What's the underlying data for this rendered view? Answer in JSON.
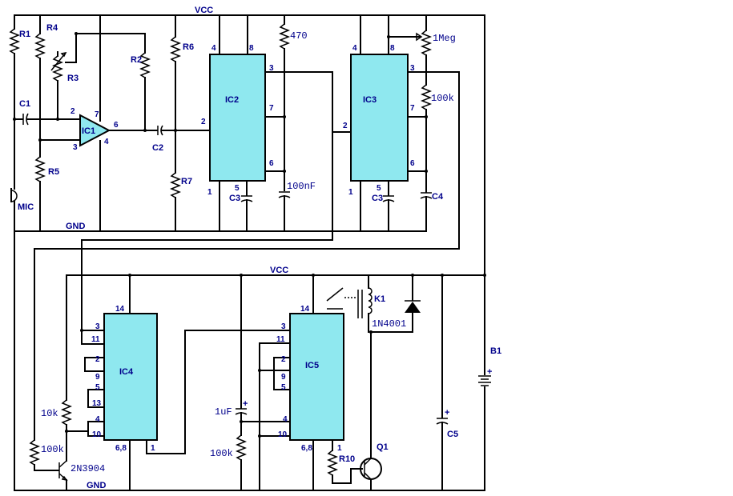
{
  "rails": {
    "vcc_top": "VCC",
    "gnd_top": "GND",
    "vcc_bottom": "VCC",
    "gnd_bottom": "GND"
  },
  "components": {
    "r1": "R1",
    "r2": "R2",
    "r3": "R3",
    "r4": "R4",
    "r5": "R5",
    "r6": "R6",
    "r7": "R7",
    "r10": "R10",
    "c1": "C1",
    "c2": "C2",
    "c3a": "C3",
    "c3b": "C3",
    "c4": "C4",
    "c5": "C5",
    "ic1": "IC1",
    "ic2": "IC2",
    "ic3": "IC3",
    "ic4": "IC4",
    "ic5": "IC5",
    "mic": "MIC",
    "k1": "K1",
    "q1": "Q1",
    "b1": "B1"
  },
  "values": {
    "r470": "470",
    "pot_1meg": "1Meg",
    "r100k_top": "100k",
    "c_100nf": "100nF",
    "d1": "1N4001",
    "c_1uf": "1uF",
    "r10k": "10k",
    "r100k_left": "100k",
    "r100k_mid": "100k",
    "q_2n3904": "2N3904"
  },
  "pins": {
    "ic1": [
      "2",
      "3",
      "7",
      "4",
      "6"
    ],
    "ic2": [
      "4",
      "8",
      "3",
      "7",
      "2",
      "6",
      "1",
      "5"
    ],
    "ic3": [
      "4",
      "8",
      "3",
      "7",
      "2",
      "6",
      "1",
      "5"
    ],
    "ic4": [
      "14",
      "3",
      "11",
      "2",
      "9",
      "5",
      "13",
      "4",
      "10",
      "6,8",
      "1"
    ],
    "ic5": [
      "14",
      "3",
      "11",
      "2",
      "9",
      "5",
      "4",
      "10",
      "6,8",
      "1"
    ]
  },
  "symbols": {
    "b1_plus": "+",
    "c1uf_plus": "+",
    "c5_plus": "+"
  }
}
